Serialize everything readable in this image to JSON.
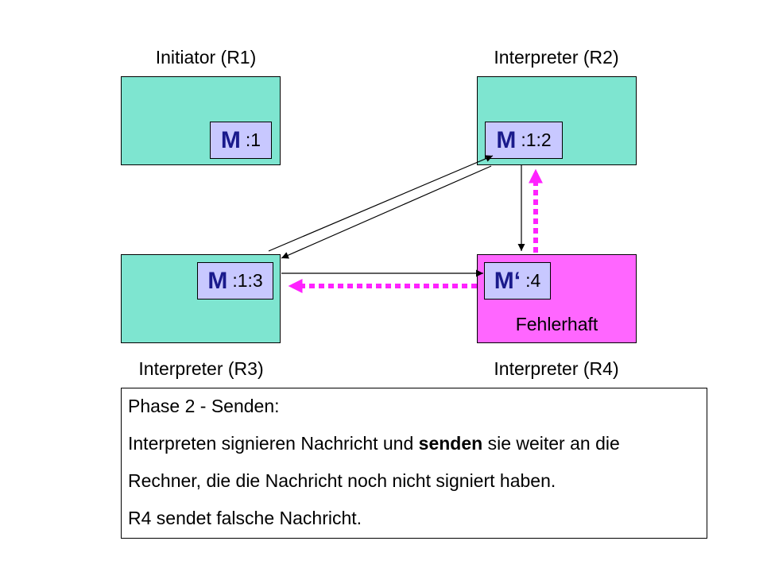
{
  "colors": {
    "box_fill": "#7ee5d0",
    "faulty_fill": "#ff66ff",
    "message_fill": "#c8c8ff",
    "message_letter": "#1a1a8c",
    "dotted_arrow": "#ff22ff"
  },
  "nodes": {
    "r1": {
      "label": "Initiator (R1)",
      "msg_letter": "M",
      "msg_id": ":1"
    },
    "r2": {
      "label": "Interpreter (R2)",
      "msg_letter": "M",
      "msg_id": ":1:2"
    },
    "r3": {
      "label": "Interpreter (R3)",
      "msg_letter": "M",
      "msg_id": ":1:3"
    },
    "r4": {
      "label": "Interpreter (R4)",
      "msg_letter": "M‘",
      "msg_id": ":4",
      "note": "Fehlerhaft"
    }
  },
  "info": {
    "line1": "Phase 2 - Senden:",
    "line2_before": "Interpreten signieren Nachricht und ",
    "line2_bold": "senden",
    "line2_after": " sie weiter an die",
    "line3": "Rechner, die die Nachricht noch nicht signiert haben.",
    "line4": "R4 sendet falsche Nachricht."
  }
}
